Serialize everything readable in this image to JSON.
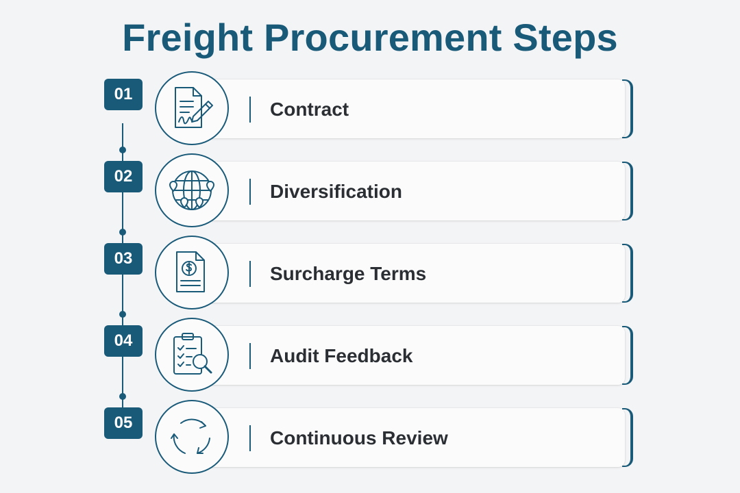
{
  "title": "Freight Procurement Steps",
  "accent_color": "#1a5a79",
  "steps": [
    {
      "number": "01",
      "label": "Contract",
      "icon": "contract-signature-icon"
    },
    {
      "number": "02",
      "label": "Diversification",
      "icon": "globe-network-icon"
    },
    {
      "number": "03",
      "label": "Surcharge Terms",
      "icon": "dollar-document-icon"
    },
    {
      "number": "04",
      "label": "Audit Feedback",
      "icon": "clipboard-search-icon"
    },
    {
      "number": "05",
      "label": "Continuous Review",
      "icon": "cycle-arrows-icon"
    }
  ]
}
